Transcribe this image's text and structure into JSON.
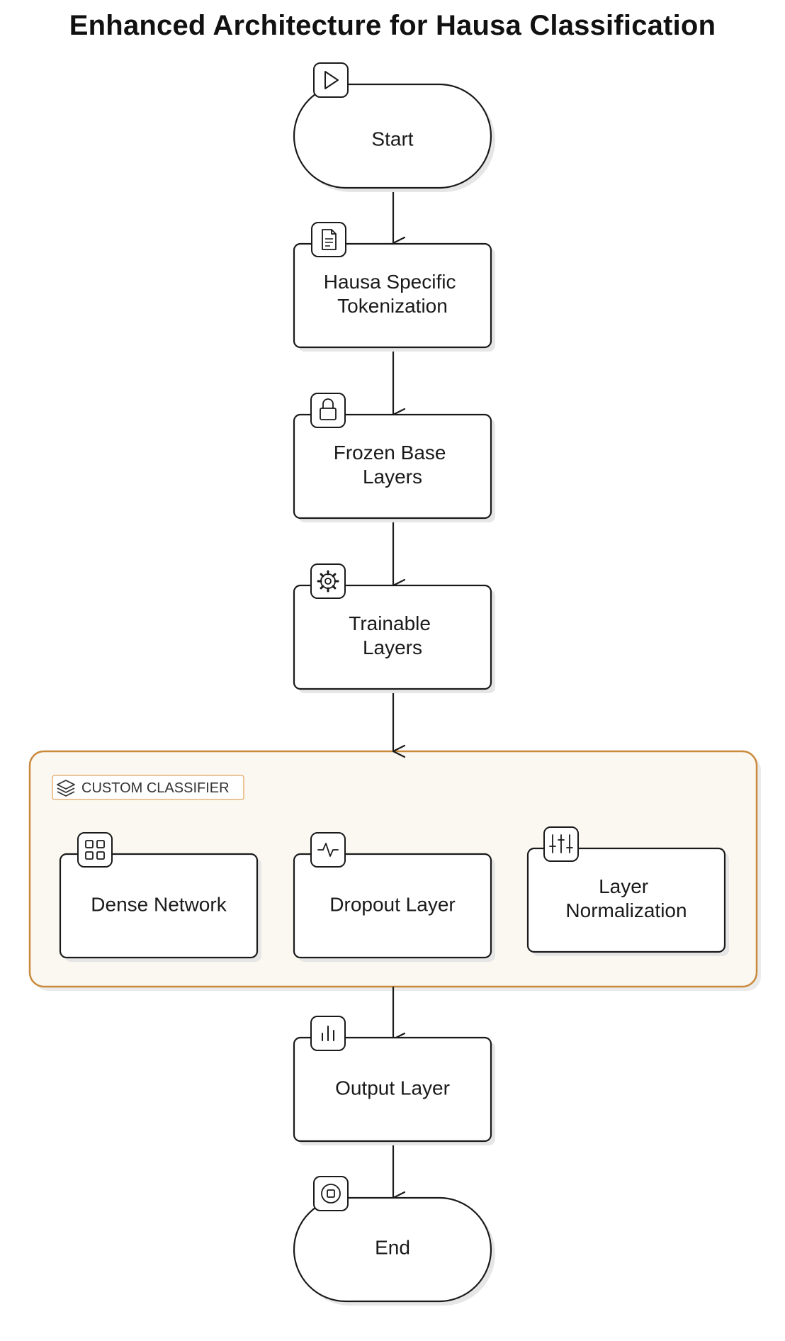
{
  "title": "Enhanced Architecture for Hausa Classification",
  "nodes": {
    "start": {
      "label": "Start",
      "icon": "play-icon"
    },
    "tokenization": {
      "line1": "Hausa Specific",
      "line2": "Tokenization",
      "icon": "document-icon"
    },
    "frozen": {
      "line1": "Frozen Base",
      "line2": "Layers",
      "icon": "lock-icon"
    },
    "trainable": {
      "line1": "Trainable",
      "line2": "Layers",
      "icon": "gear-icon"
    },
    "dense": {
      "label": "Dense Network",
      "icon": "grid-icon"
    },
    "dropout": {
      "label": "Dropout Layer",
      "icon": "activity-icon"
    },
    "normalization": {
      "line1": "Layer",
      "line2": "Normalization",
      "icon": "sliders-icon"
    },
    "output": {
      "label": "Output Layer",
      "icon": "bar-chart-icon"
    },
    "end": {
      "label": "End",
      "icon": "stop-icon"
    }
  },
  "group": {
    "label": "CUSTOM CLASSIFIER",
    "icon": "layers-icon"
  },
  "colors": {
    "stroke": "#1a1a1a",
    "group_border": "#c98a3c",
    "group_fill": "#fbf8f1",
    "shadow": "#e3e3e3"
  }
}
